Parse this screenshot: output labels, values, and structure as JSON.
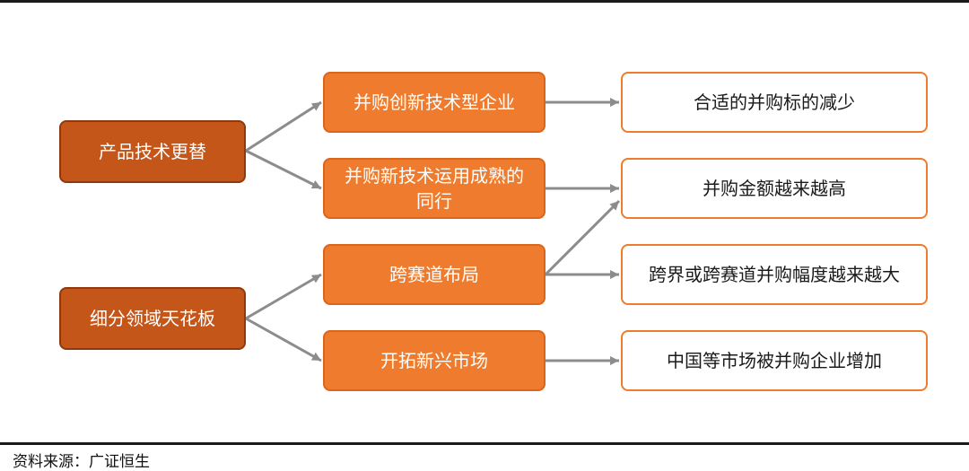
{
  "diagram": {
    "roots": [
      {
        "id": "r1",
        "label": "产品技术更替"
      },
      {
        "id": "r2",
        "label": "细分领域天花板"
      }
    ],
    "middles": [
      {
        "id": "m1",
        "label": "并购创新技术型企业"
      },
      {
        "id": "m2",
        "label": "并购新技术运用成熟的同行"
      },
      {
        "id": "m3",
        "label": "跨赛道布局"
      },
      {
        "id": "m4",
        "label": "开拓新兴市场"
      }
    ],
    "outcomes": [
      {
        "id": "o1",
        "label": "合适的并购标的减少"
      },
      {
        "id": "o2",
        "label": "并购金额越来越高"
      },
      {
        "id": "o3",
        "label": "跨界或跨赛道并购幅度越来越大"
      },
      {
        "id": "o4",
        "label": "中国等市场被并购企业增加"
      }
    ],
    "edges": [
      [
        "r1",
        "m1"
      ],
      [
        "r1",
        "m2"
      ],
      [
        "r2",
        "m3"
      ],
      [
        "r2",
        "m4"
      ],
      [
        "m1",
        "o1"
      ],
      [
        "m2",
        "o2"
      ],
      [
        "m3",
        "o2"
      ],
      [
        "m3",
        "o3"
      ],
      [
        "m4",
        "o4"
      ]
    ],
    "colors": {
      "root_fill": "#c4561a",
      "middle_fill": "#ef7c2e",
      "outcome_border": "#ef7c2e",
      "arrow": "#8c8c8c"
    }
  },
  "footer": {
    "source": "资料来源：广证恒生"
  }
}
